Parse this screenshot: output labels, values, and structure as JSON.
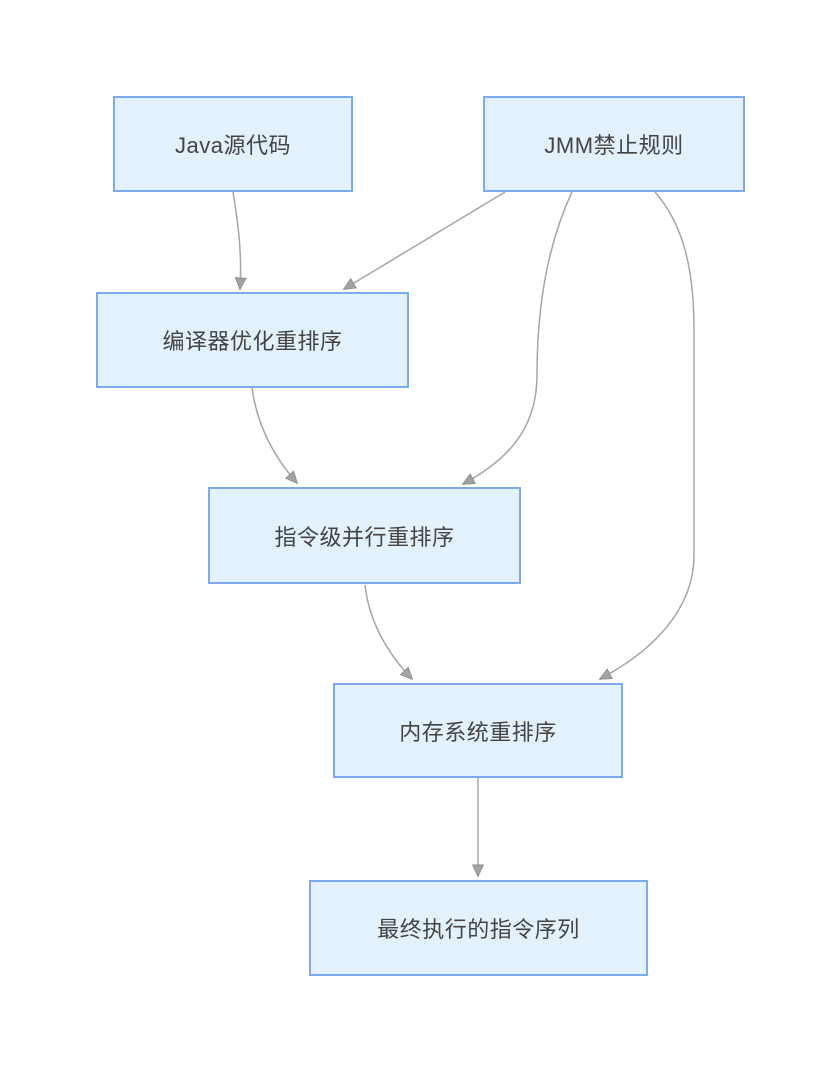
{
  "diagram": {
    "nodes": [
      {
        "id": "java-source",
        "label": "Java源代码"
      },
      {
        "id": "jmm-rules",
        "label": "JMM禁止规则"
      },
      {
        "id": "compiler-reorder",
        "label": "编译器优化重排序"
      },
      {
        "id": "ilp-reorder",
        "label": "指令级并行重排序"
      },
      {
        "id": "memory-reorder",
        "label": "内存系统重排序"
      },
      {
        "id": "final-sequence",
        "label": "最终执行的指令序列"
      }
    ],
    "edges": [
      {
        "from": "java-source",
        "to": "compiler-reorder"
      },
      {
        "from": "jmm-rules",
        "to": "compiler-reorder"
      },
      {
        "from": "jmm-rules",
        "to": "ilp-reorder"
      },
      {
        "from": "compiler-reorder",
        "to": "ilp-reorder"
      },
      {
        "from": "jmm-rules",
        "to": "memory-reorder"
      },
      {
        "from": "ilp-reorder",
        "to": "memory-reorder"
      },
      {
        "from": "memory-reorder",
        "to": "final-sequence"
      }
    ],
    "colors": {
      "node_fill": "#e3f1fc",
      "node_border": "#7ea9ec",
      "edge_line": "#a6a6a6",
      "arrowhead": "#a3a3a3",
      "text": "#444444"
    }
  }
}
